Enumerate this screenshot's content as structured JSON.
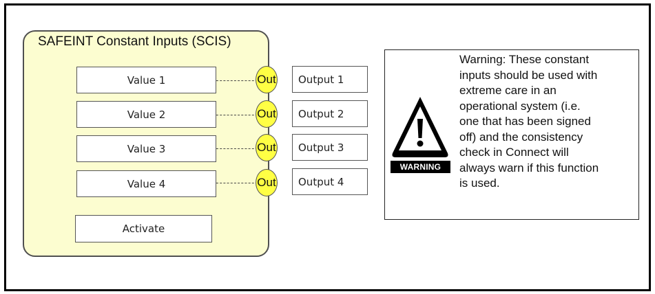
{
  "block": {
    "title": "SAFEINT Constant Inputs (SCIS)",
    "values": [
      "Value 1",
      "Value 2",
      "Value 3",
      "Value 4"
    ],
    "activate": "Activate",
    "port_label": "Out",
    "outputs": [
      "Output 1",
      "Output 2",
      "Output 3",
      "Output 4"
    ]
  },
  "warning": {
    "label": "WARNING",
    "lines": [
      "Warning: These constant",
      "inputs should be used with",
      "extreme care in an",
      "operational system (i.e.",
      "one that has been signed",
      "off) and the consistency",
      "check in Connect will",
      "always warn if this function",
      "is used."
    ]
  },
  "colors": {
    "block_fill": "#fcfdd0",
    "port_fill": "#ffff44",
    "frame": "#000000"
  },
  "icons": [
    "warning-triangle-icon"
  ]
}
